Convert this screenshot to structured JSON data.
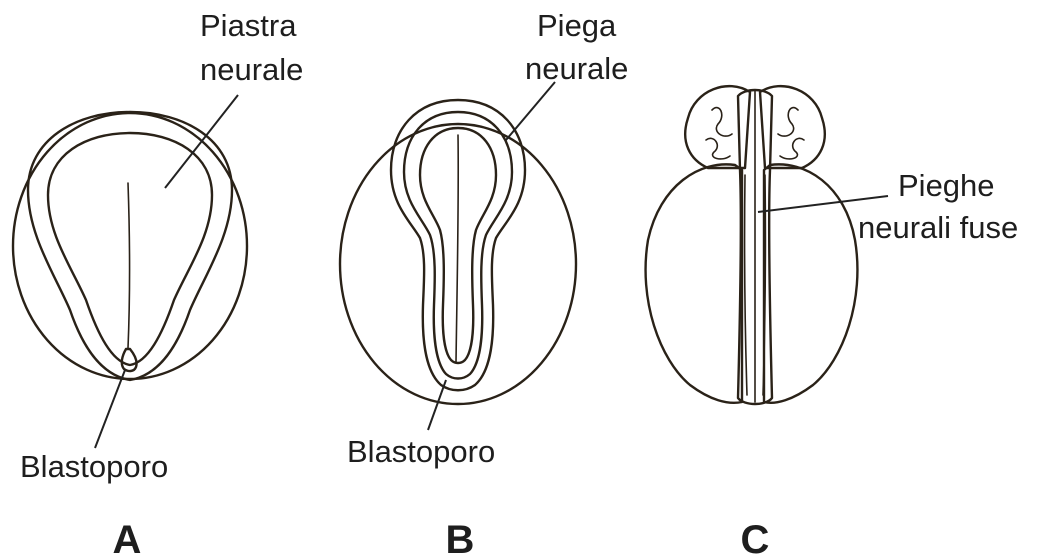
{
  "panels": {
    "a": {
      "letter": "A",
      "label_neural_plate_line1": "Piastra",
      "label_neural_plate_line2": "neurale",
      "label_blastopore": "Blastoporo"
    },
    "b": {
      "letter": "B",
      "label_neural_fold_line1": "Piega",
      "label_neural_fold_line2": "neurale",
      "label_blastopore": "Blastoporo"
    },
    "c": {
      "letter": "C",
      "label_fused_folds_line1": "Pieghe",
      "label_fused_folds_line2": "neurali fuse"
    }
  },
  "colors": {
    "embryo_tan": "#e8cf9a",
    "embryo_center": "#d9b577",
    "plate_cream": "#fcf0d2",
    "outline": "#2a2218"
  }
}
